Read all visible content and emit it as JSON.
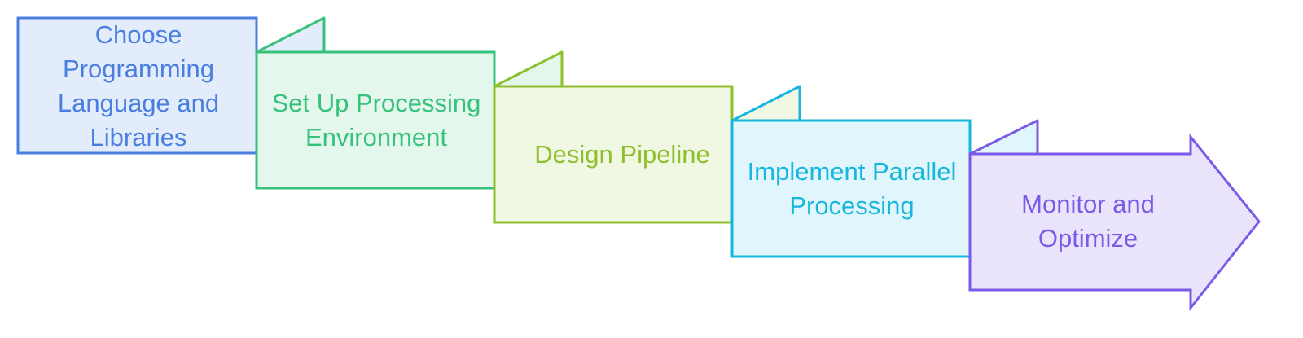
{
  "steps": [
    {
      "label": "Choose Programming Language and Libraries",
      "stroke": "#4a7fe0",
      "fill": "#e3ecfb"
    },
    {
      "label": "Set Up Processing Environment",
      "stroke": "#36c27b",
      "fill": "#e4f7ec"
    },
    {
      "label": "Design Pipeline",
      "stroke": "#8fbf2c",
      "fill": "#f0f8e4"
    },
    {
      "label": "Implement Parallel Processing",
      "stroke": "#17b6de",
      "fill": "#e1f6fc"
    },
    {
      "label": "Monitor and Optimize",
      "stroke": "#7a5ae6",
      "fill": "#e9e4fb"
    }
  ]
}
